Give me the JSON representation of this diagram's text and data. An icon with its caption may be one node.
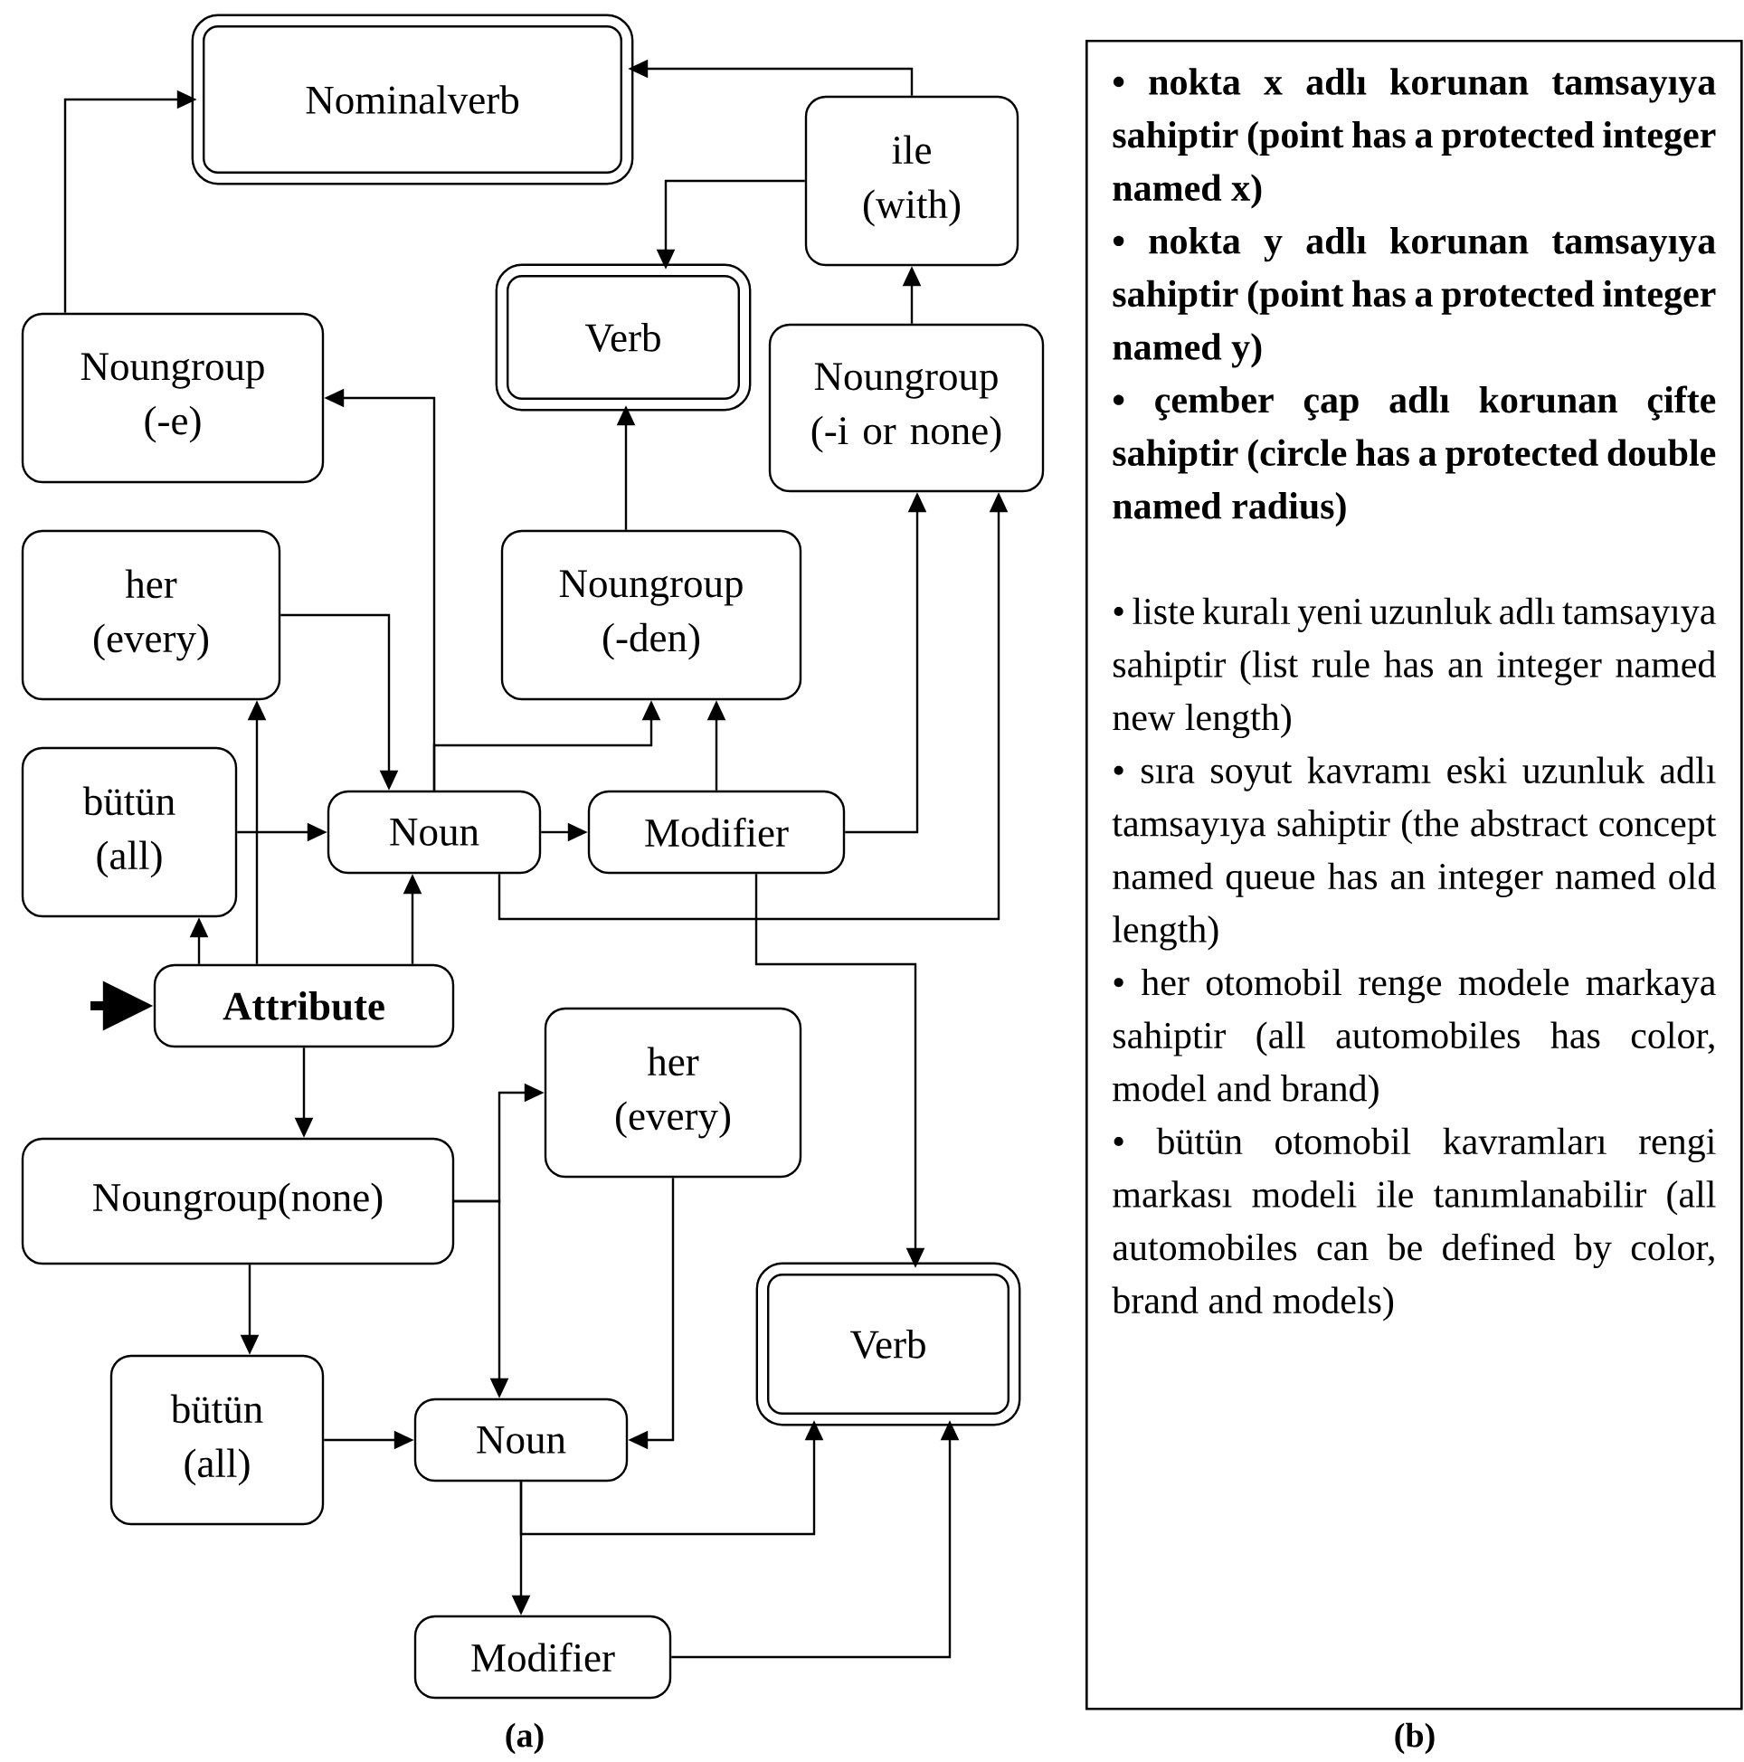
{
  "diagram": {
    "nodes": [
      {
        "text": [
          "Nominalverb"
        ]
      },
      {
        "text": [
          "ile (with)"
        ]
      },
      {
        "text": [
          "Verb"
        ]
      },
      {
        "text": [
          "Noungroup (-e)"
        ]
      },
      {
        "text": [
          "Noungroup (-i or none)"
        ]
      },
      {
        "text": [
          "her (every)"
        ]
      },
      {
        "text": [
          "Noungroup (-den)"
        ]
      },
      {
        "text": [
          "bütün (all)"
        ]
      },
      {
        "text": [
          "Noun"
        ]
      },
      {
        "text": [
          "Modifier"
        ]
      },
      {
        "text": [
          "Attribute"
        ]
      },
      {
        "text": [
          "her (every)"
        ]
      },
      {
        "text": [
          "Noungroup(none)"
        ]
      },
      {
        "text": [
          "Verb"
        ]
      },
      {
        "text": [
          "bütün (all)"
        ]
      },
      {
        "text": [
          "Noun"
        ]
      },
      {
        "text": [
          "Modifier"
        ]
      },
      {
        "text": [
          "• nokta x adlı korunan tamsayıya sahiptir (point has a protected integer named x)",
          "• nokta y adlı korunan tamsayıya sahiptir (point has a protected integer named y)",
          "• çember çap adlı korunan çifte sahiptir (circle has a protected double named radius)",
          "• liste kuralı yeni uzunluk adlı tamsayıya sahiptir (list rule has an integer named new length)",
          "• sıra soyut kavramı eski uzunluk adlı tamsayıya sahiptir (the abstract concept named queue has an integer named old length)",
          "• her otomobil renge modele markaya sahiptir (all automobiles has color, model and brand)",
          "• bütün otomobil kavramları rengi markası modeli ile tanımlanabilir (all automobiles can be defined by color, brand and models)"
        ]
      }
    ],
    "edges": [
      {
        "from": 3,
        "to": 0,
        "arrow": "to"
      },
      {
        "from": 1,
        "to": 0,
        "arrow": "to"
      },
      {
        "from": 1,
        "to": 2,
        "arrow": "to"
      },
      {
        "from": 4,
        "to": 1,
        "arrow": "to"
      },
      {
        "from": 6,
        "to": 2,
        "arrow": "to"
      },
      {
        "from": 8,
        "to": 3,
        "arrow": "to"
      },
      {
        "from": 8,
        "to": 6,
        "arrow": "to"
      },
      {
        "from": 5,
        "to": 8,
        "arrow": "to"
      },
      {
        "from": 7,
        "to": 8,
        "arrow": "to"
      },
      {
        "from": 8,
        "to": 9,
        "arrow": "to"
      },
      {
        "from": 9,
        "to": 6,
        "arrow": "to"
      },
      {
        "from": 9,
        "to": 4,
        "arrow": "to"
      },
      {
        "from": 8,
        "to": 4,
        "arrow": "to"
      },
      {
        "from": 9,
        "to": 13,
        "arrow": "to"
      },
      {
        "from": 10,
        "to": 5,
        "arrow": "to"
      },
      {
        "from": 10,
        "to": 7,
        "arrow": "to"
      },
      {
        "from": 10,
        "to": 8,
        "arrow": "to"
      },
      {
        "from": null,
        "to": 10,
        "arrow": "to",
        "style": "thick"
      },
      {
        "from": 10,
        "to": 12,
        "arrow": "to"
      },
      {
        "from": 12,
        "to": 11,
        "arrow": "to"
      },
      {
        "from": 12,
        "to": 15,
        "arrow": "to"
      },
      {
        "from": 12,
        "to": 14,
        "arrow": "to"
      },
      {
        "from": 14,
        "to": 15,
        "arrow": "to"
      },
      {
        "from": 11,
        "to": 15,
        "arrow": "to"
      },
      {
        "from": 15,
        "to": 16,
        "arrow": "to"
      },
      {
        "from": 15,
        "to": 13,
        "arrow": "to"
      },
      {
        "from": 16,
        "to": 13,
        "arrow": "to"
      }
    ],
    "labels": [
      "(a)",
      "(b)"
    ]
  }
}
